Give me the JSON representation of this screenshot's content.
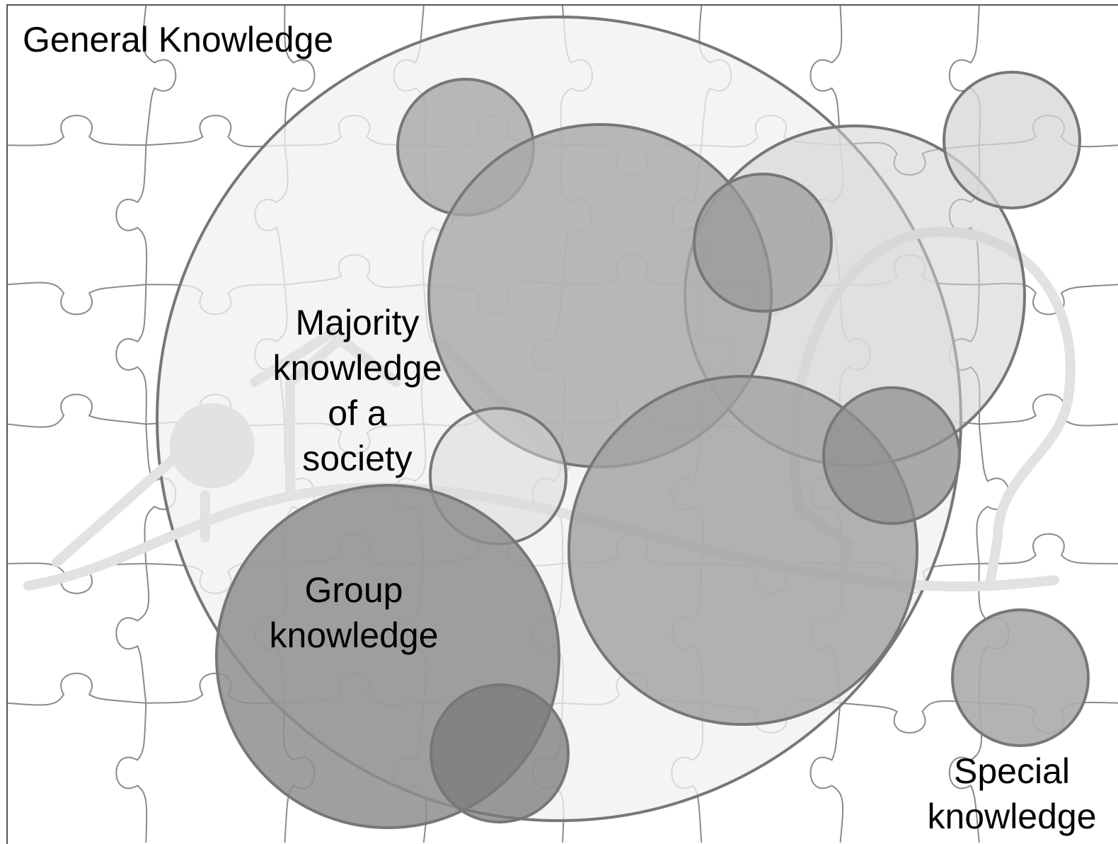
{
  "labels": {
    "general": "General Knowledge",
    "majority": [
      "Majority",
      "knowledge",
      "of a",
      "society"
    ],
    "group": [
      "Group",
      "knowledge"
    ],
    "special": [
      "Special",
      "knowledge"
    ]
  },
  "colors": {
    "background": "#ffffff",
    "puzzle_lines": "#8a8a8a",
    "circle_stroke": "#777777",
    "general_fill": "#f0f0f0",
    "light_fill": "#d6d6d6",
    "medium_fill": "#b4b4b4",
    "dark_fill": "#9a9a9a",
    "watermark": "#e2e2e2"
  }
}
